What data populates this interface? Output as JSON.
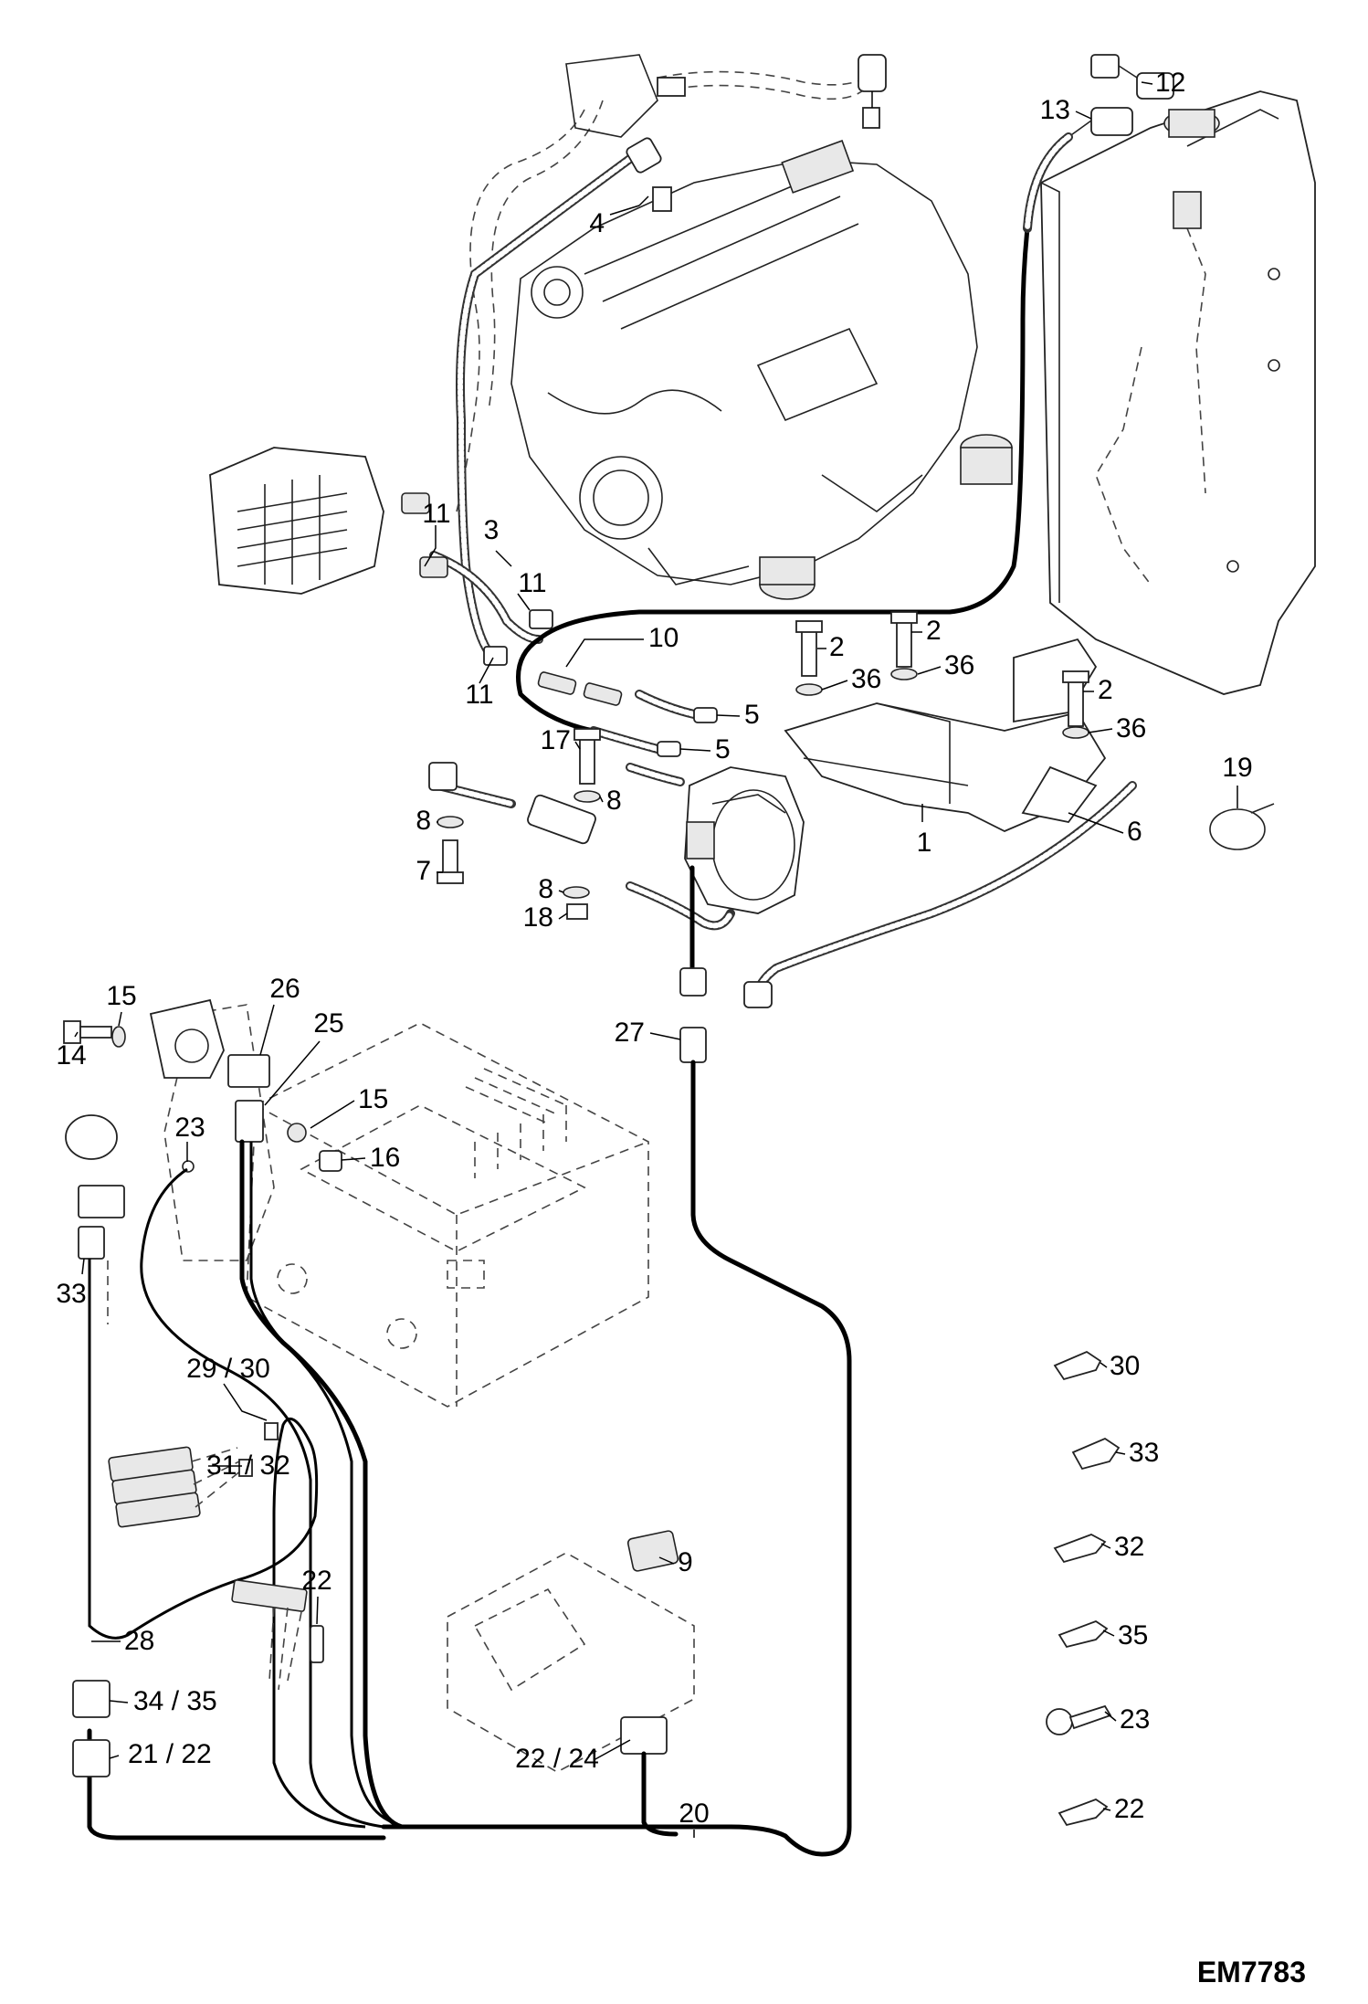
{
  "figure": {
    "reference_code": "EM7783"
  },
  "callouts": [
    {
      "id": "c4",
      "label": "4"
    },
    {
      "id": "c12",
      "label": "12"
    },
    {
      "id": "c13",
      "label": "13"
    },
    {
      "id": "c3",
      "label": "3"
    },
    {
      "id": "c11a",
      "label": "11"
    },
    {
      "id": "c11b",
      "label": "11"
    },
    {
      "id": "c11c",
      "label": "11"
    },
    {
      "id": "c10",
      "label": "10"
    },
    {
      "id": "c2a",
      "label": "2"
    },
    {
      "id": "c2b",
      "label": "2"
    },
    {
      "id": "c2c",
      "label": "2"
    },
    {
      "id": "c36a",
      "label": "36"
    },
    {
      "id": "c36b",
      "label": "36"
    },
    {
      "id": "c36c",
      "label": "36"
    },
    {
      "id": "c5a",
      "label": "5"
    },
    {
      "id": "c5b",
      "label": "5"
    },
    {
      "id": "c17",
      "label": "17"
    },
    {
      "id": "c8a",
      "label": "8"
    },
    {
      "id": "c8b",
      "label": "8"
    },
    {
      "id": "c8c",
      "label": "8"
    },
    {
      "id": "c7",
      "label": "7"
    },
    {
      "id": "c18",
      "label": "18"
    },
    {
      "id": "c1",
      "label": "1"
    },
    {
      "id": "c6",
      "label": "6"
    },
    {
      "id": "c19",
      "label": "19"
    },
    {
      "id": "c15a",
      "label": "15"
    },
    {
      "id": "c14",
      "label": "14"
    },
    {
      "id": "c26",
      "label": "26"
    },
    {
      "id": "c25",
      "label": "25"
    },
    {
      "id": "c27",
      "label": "27"
    },
    {
      "id": "c15b",
      "label": "15"
    },
    {
      "id": "c16",
      "label": "16"
    },
    {
      "id": "c23a",
      "label": "23"
    },
    {
      "id": "c33a",
      "label": "33"
    },
    {
      "id": "c2930",
      "label": "29 / 30"
    },
    {
      "id": "c3132",
      "label": "31 / 32"
    },
    {
      "id": "c30",
      "label": "30"
    },
    {
      "id": "c33b",
      "label": "33"
    },
    {
      "id": "c32",
      "label": "32"
    },
    {
      "id": "c9",
      "label": "9"
    },
    {
      "id": "c22a",
      "label": "22"
    },
    {
      "id": "c28",
      "label": "28"
    },
    {
      "id": "c35",
      "label": "35"
    },
    {
      "id": "c3435",
      "label": "34 / 35"
    },
    {
      "id": "c23b",
      "label": "23"
    },
    {
      "id": "c2224",
      "label": "22 / 24"
    },
    {
      "id": "c2122",
      "label": "21 / 22"
    },
    {
      "id": "c22b",
      "label": "22"
    },
    {
      "id": "c20",
      "label": "20"
    }
  ]
}
